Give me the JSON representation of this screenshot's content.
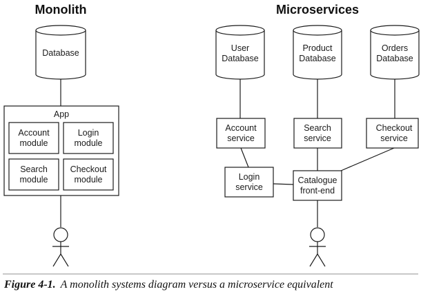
{
  "monolith": {
    "heading": "Monolith",
    "database_label": "Database",
    "app_label": "App",
    "modules": [
      {
        "line1": "Account",
        "line2": "module"
      },
      {
        "line1": "Login",
        "line2": "module"
      },
      {
        "line1": "Search",
        "line2": "module"
      },
      {
        "line1": "Checkout",
        "line2": "module"
      }
    ]
  },
  "microservices": {
    "heading": "Microservices",
    "databases": [
      {
        "line1": "User",
        "line2": "Database"
      },
      {
        "line1": "Product",
        "line2": "Database"
      },
      {
        "line1": "Orders",
        "line2": "Database"
      }
    ],
    "services": {
      "account": {
        "line1": "Account",
        "line2": "service"
      },
      "search": {
        "line1": "Search",
        "line2": "service"
      },
      "checkout": {
        "line1": "Checkout",
        "line2": "service"
      },
      "login": {
        "line1": "Login",
        "line2": "service"
      },
      "catalogue": {
        "line1": "Catalogue",
        "line2": "front-end"
      }
    }
  },
  "caption": {
    "figure": "Figure 4-1.",
    "text": "A monolith systems diagram versus a microservice equivalent"
  }
}
